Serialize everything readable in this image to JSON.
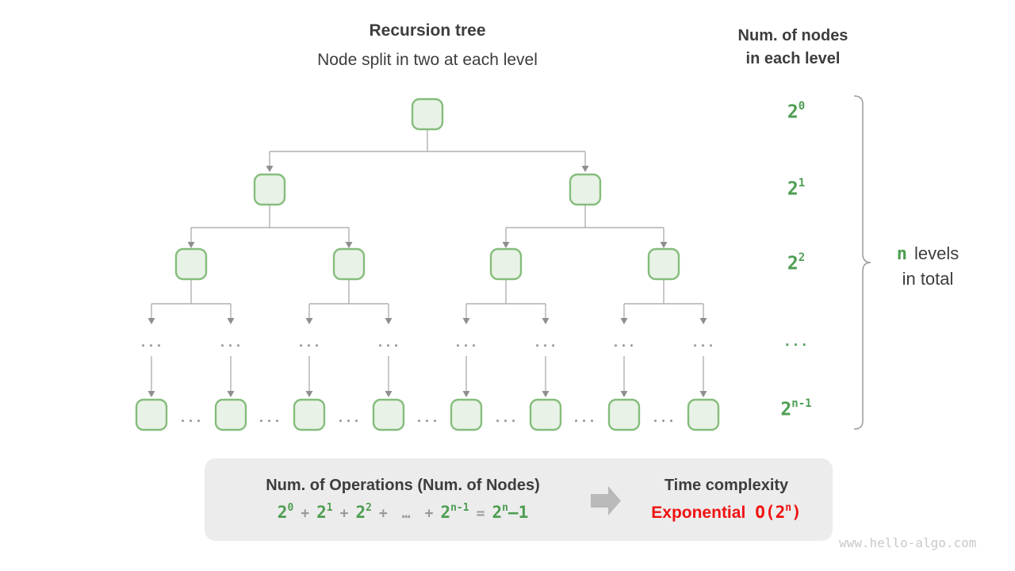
{
  "header": {
    "title": "Recursion tree",
    "subtitle": "Node split in two at each level",
    "right_title_line1": "Num. of nodes",
    "right_title_line2": "in each level"
  },
  "tree": {
    "ellipsis": "...",
    "level_labels": [
      {
        "base": "2",
        "sup": "0"
      },
      {
        "base": "2",
        "sup": "1"
      },
      {
        "base": "2",
        "sup": "2"
      },
      {
        "text": "..."
      },
      {
        "base": "2",
        "sup": "n-1"
      }
    ]
  },
  "brace_label": {
    "n": "n",
    "levels_word": "levels",
    "line2": "in total"
  },
  "summary": {
    "operations_title": "Num. of Operations (Num. of Nodes)",
    "formula": {
      "tokens": [
        {
          "base": "2",
          "sup": "0"
        },
        {
          "op": "+"
        },
        {
          "base": "2",
          "sup": "1"
        },
        {
          "op": "+"
        },
        {
          "base": "2",
          "sup": "2"
        },
        {
          "op": "+"
        },
        {
          "op": "…"
        },
        {
          "op": "+"
        },
        {
          "base": "2",
          "sup": "n-1"
        },
        {
          "op": "="
        },
        {
          "base": "2",
          "sup": "n",
          "tail": "–1"
        }
      ]
    },
    "time_title": "Time complexity",
    "complexity_word": "Exponential",
    "big_o_open": "O(2",
    "big_o_sup": "n",
    "big_o_close": ")"
  },
  "watermark": "www.hello-algo.com",
  "colors": {
    "node_fill": "#e9f2e6",
    "node_border": "#85bd7c",
    "accent_green": "#4e9e52",
    "connector_gray": "#b0b0b0",
    "arrowhead_gray": "#8f8f8f",
    "text_dark": "#3d3d3d",
    "complexity_red": "#f01212",
    "summary_box_bg": "#ececec",
    "watermark_gray": "#c9c9c9"
  }
}
